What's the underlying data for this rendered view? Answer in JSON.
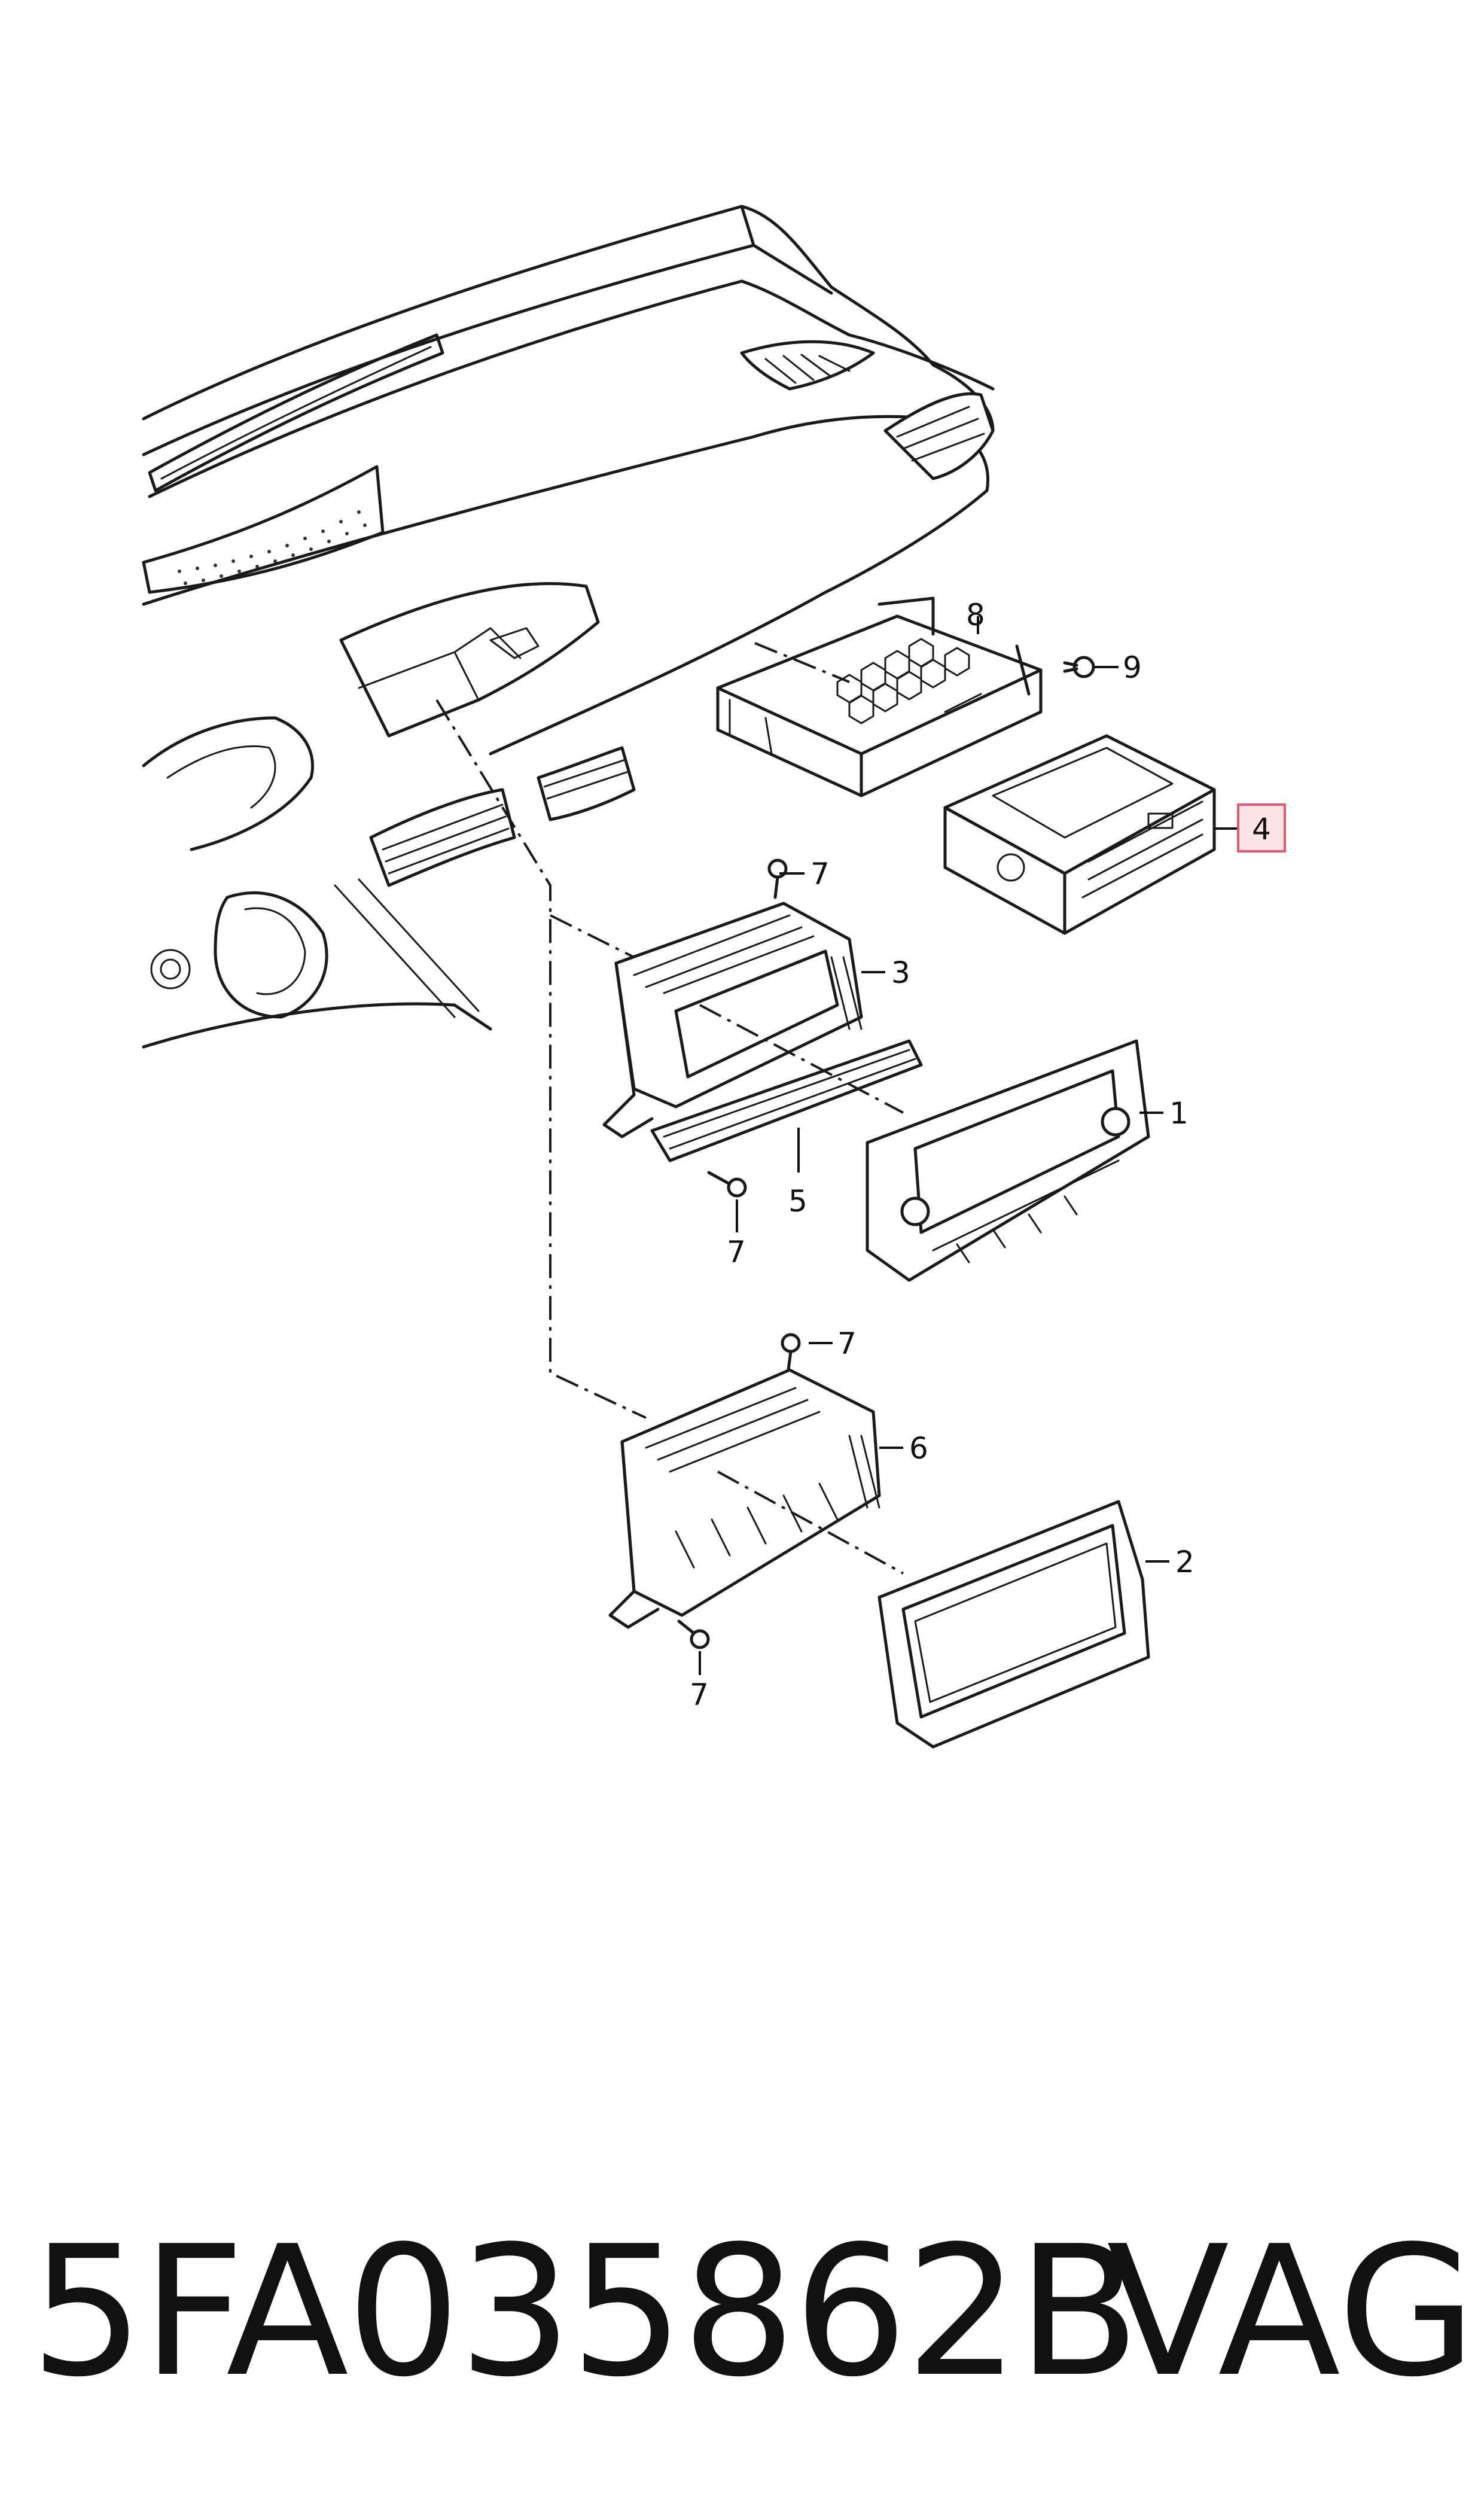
{
  "callouts": {
    "c1": "1",
    "c2": "2",
    "c3": "3",
    "c4": "4",
    "c5": "5",
    "c6": "6",
    "c7a": "7",
    "c7b": "7",
    "c7c": "7",
    "c7d": "7",
    "c8": "8",
    "c9": "9"
  },
  "highlighted_callout": "4",
  "colors": {
    "highlight_fill": "#fde4e6",
    "highlight_stroke": "#e35b6a",
    "line": "#1a1a1a"
  },
  "footer": {
    "part_number": "5FA035862B",
    "brand": "VAG"
  }
}
